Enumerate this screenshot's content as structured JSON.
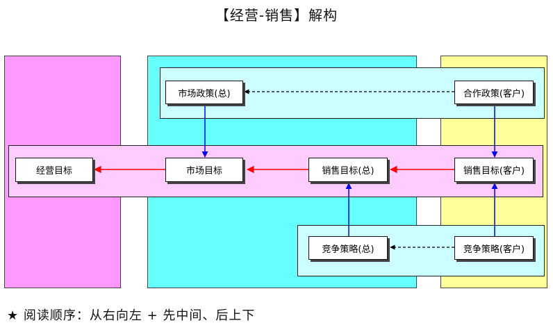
{
  "title": "【经营-销售】解构",
  "nodes": {
    "jingying_mubiao": "经营目标",
    "shichang_mubiao": "市场目标",
    "shichang_zhengce": "市场政策(总)",
    "xiaoshou_mubiao_zong": "销售目标(总)",
    "jingzheng_celue_zong": "竞争策略(总)",
    "hezuo_zhengce_kehu": "合作政策(客户)",
    "xiaoshou_mubiao_kehu": "销售目标(客户)",
    "jingzheng_celue_kehu": "竞争策略(客户)"
  },
  "footnote": "★ 阅读顺序：从右向左 + 先中间、后上下",
  "colors": {
    "left_column": "#ff99ff",
    "middle_column": "#66ffff",
    "right_column": "#ffff99",
    "band_light_cyan": "#ccffff",
    "band_light_pink": "#ffccff",
    "arrow_red": "#ff0000",
    "arrow_blue": "#0000ff",
    "arrow_dashed": "#000000"
  }
}
